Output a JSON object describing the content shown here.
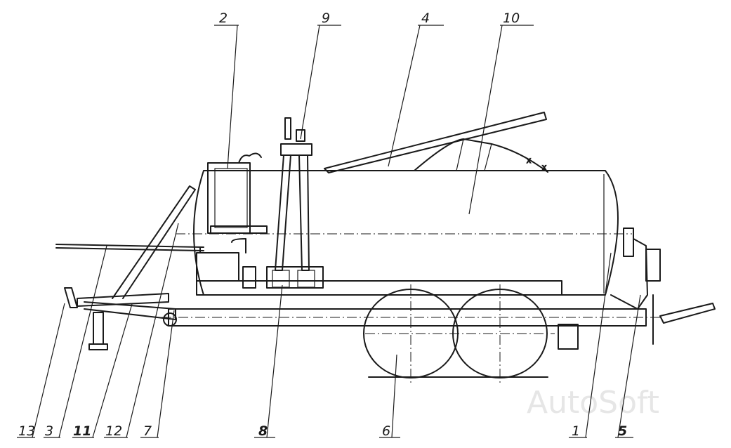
{
  "callouts": [
    {
      "id": "c2",
      "label": "2"
    },
    {
      "id": "c9",
      "label": "9"
    },
    {
      "id": "c4",
      "label": "4"
    },
    {
      "id": "c10",
      "label": "10"
    },
    {
      "id": "c13",
      "label": "13"
    },
    {
      "id": "c3",
      "label": "3"
    },
    {
      "id": "c11",
      "label": "11"
    },
    {
      "id": "c12",
      "label": "12"
    },
    {
      "id": "c7",
      "label": "7"
    },
    {
      "id": "c8",
      "label": "8"
    },
    {
      "id": "c6",
      "label": "6"
    },
    {
      "id": "c1",
      "label": "1"
    },
    {
      "id": "c5",
      "label": "5"
    }
  ],
  "watermark": "AutoSoft"
}
